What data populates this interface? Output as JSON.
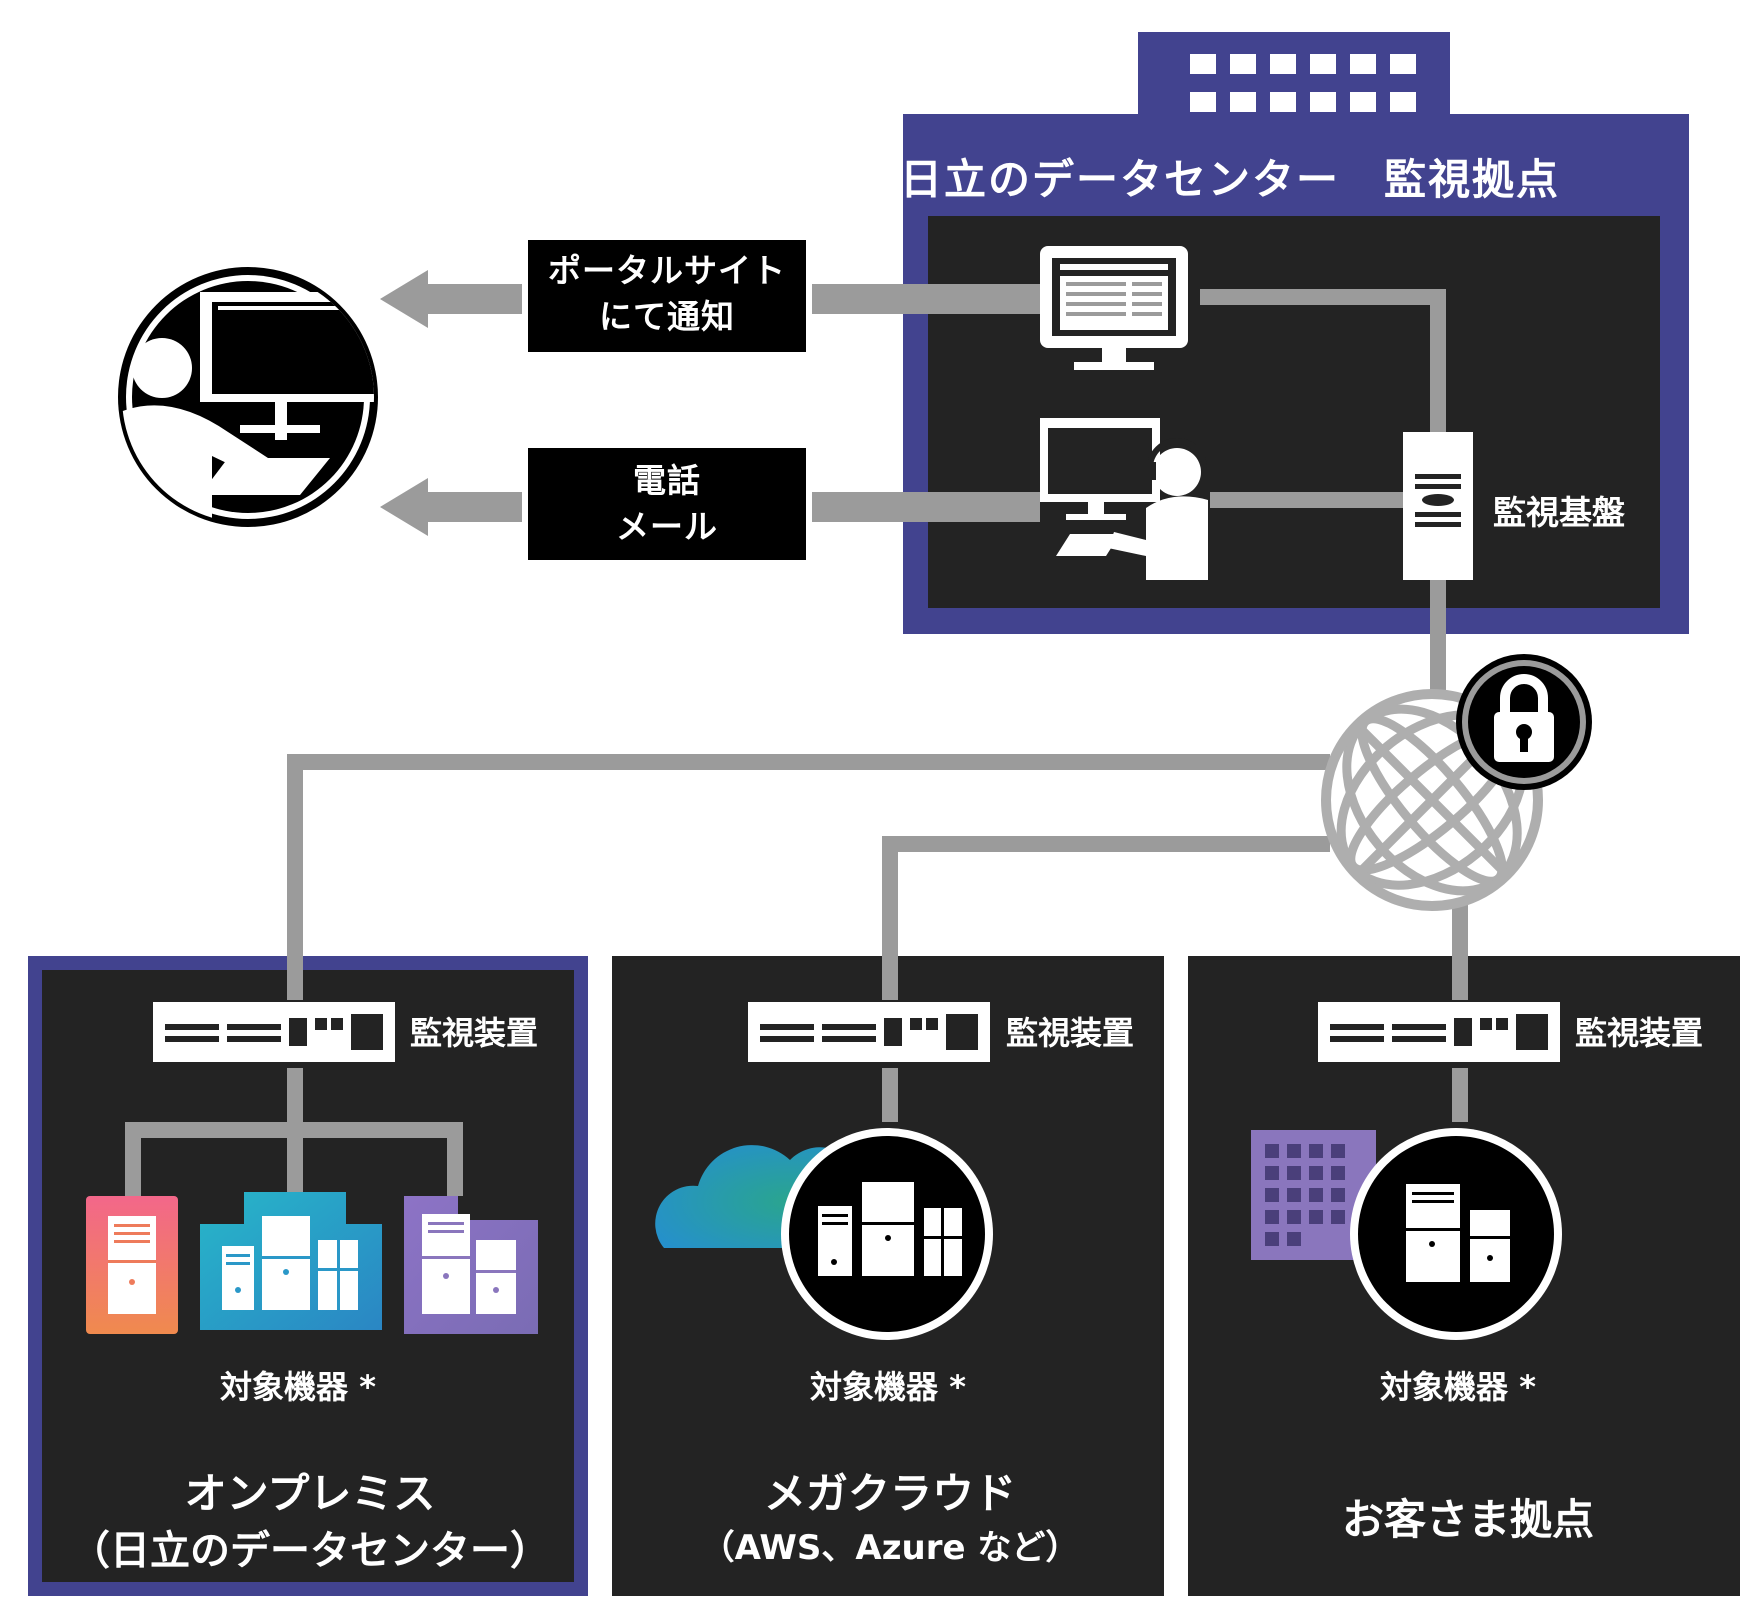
{
  "hq": {
    "title": "日立のデータセンター　監視拠点",
    "platform_label": "監視基盤"
  },
  "notifications": {
    "portal": {
      "line1": "ポータルサイト",
      "line2": "にて通知"
    },
    "phone": {
      "line1": "電話",
      "line2": "メール"
    }
  },
  "sites": [
    {
      "device_label": "監視装置",
      "targets_label": "対象機器 *",
      "title_line1": "オンプレミス",
      "title_line2": "（日立のデータセンター）"
    },
    {
      "device_label": "監視装置",
      "targets_label": "対象機器 *",
      "title_line1": "メガクラウド",
      "title_line2": "（AWS、Azure など）"
    },
    {
      "device_label": "監視装置",
      "targets_label": "対象機器 *",
      "title_line1": "お客さま拠点"
    }
  ],
  "colors": {
    "navy": "#42438f",
    "panel": "#232323",
    "line": "#9b9b9b",
    "orange_server": "#ee7b5b",
    "teal_server": "#2aa4c8",
    "purple_server": "#8a76bd",
    "building": "#8a76bd"
  },
  "icons": [
    "operator-at-monitor-icon",
    "portal-monitor-icon",
    "support-operator-icon",
    "monitoring-server-icon",
    "network-globe-icon",
    "lock-icon",
    "monitoring-appliance-icon",
    "server-icon",
    "cloud-icon",
    "building-icon"
  ]
}
